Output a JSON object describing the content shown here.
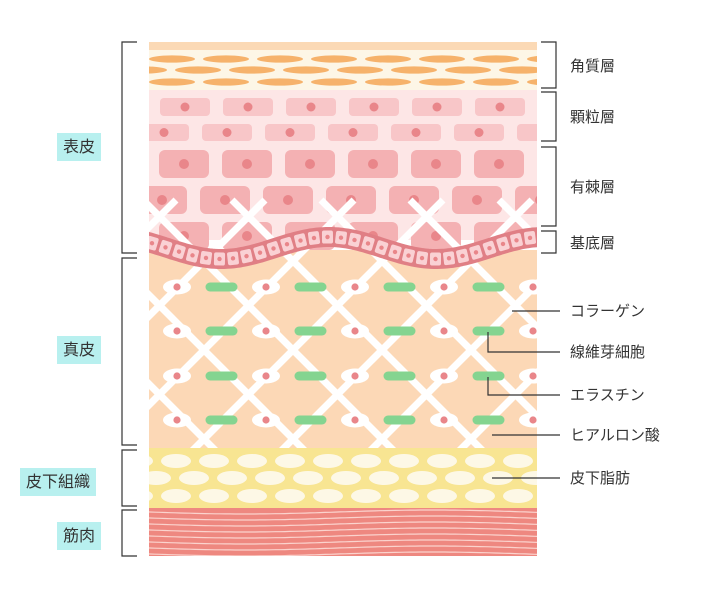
{
  "left_labels": {
    "epidermis": "表皮",
    "dermis": "真皮",
    "subcutis": "皮下組織",
    "muscle": "筋肉"
  },
  "right_labels": {
    "stratum_corneum": "角質層",
    "stratum_granulosum": "顆粒層",
    "stratum_spinosum": "有棘層",
    "stratum_basale": "基底層",
    "collagen": "コラーゲン",
    "fibroblast": "線維芽細胞",
    "elastin": "エラスチン",
    "hyaluronic_acid": "ヒアルロン酸",
    "subcutaneous_fat": "皮下脂肪"
  },
  "colors": {
    "tag_bg": "#b8f0ef",
    "corneum": "#fdf6e6",
    "corneum_cell": "#f6b26b",
    "granular_bg": "#fde6e6",
    "granular_cell": "#f8c6c8",
    "spinous_cell": "#f4b1b3",
    "nucleus": "#e9868a",
    "dermis": "#fcd8b6",
    "elastin": "#84d490",
    "fat_bg": "#f8e592",
    "fat_cell": "#fdf8e6",
    "muscle": "#ee8880"
  }
}
